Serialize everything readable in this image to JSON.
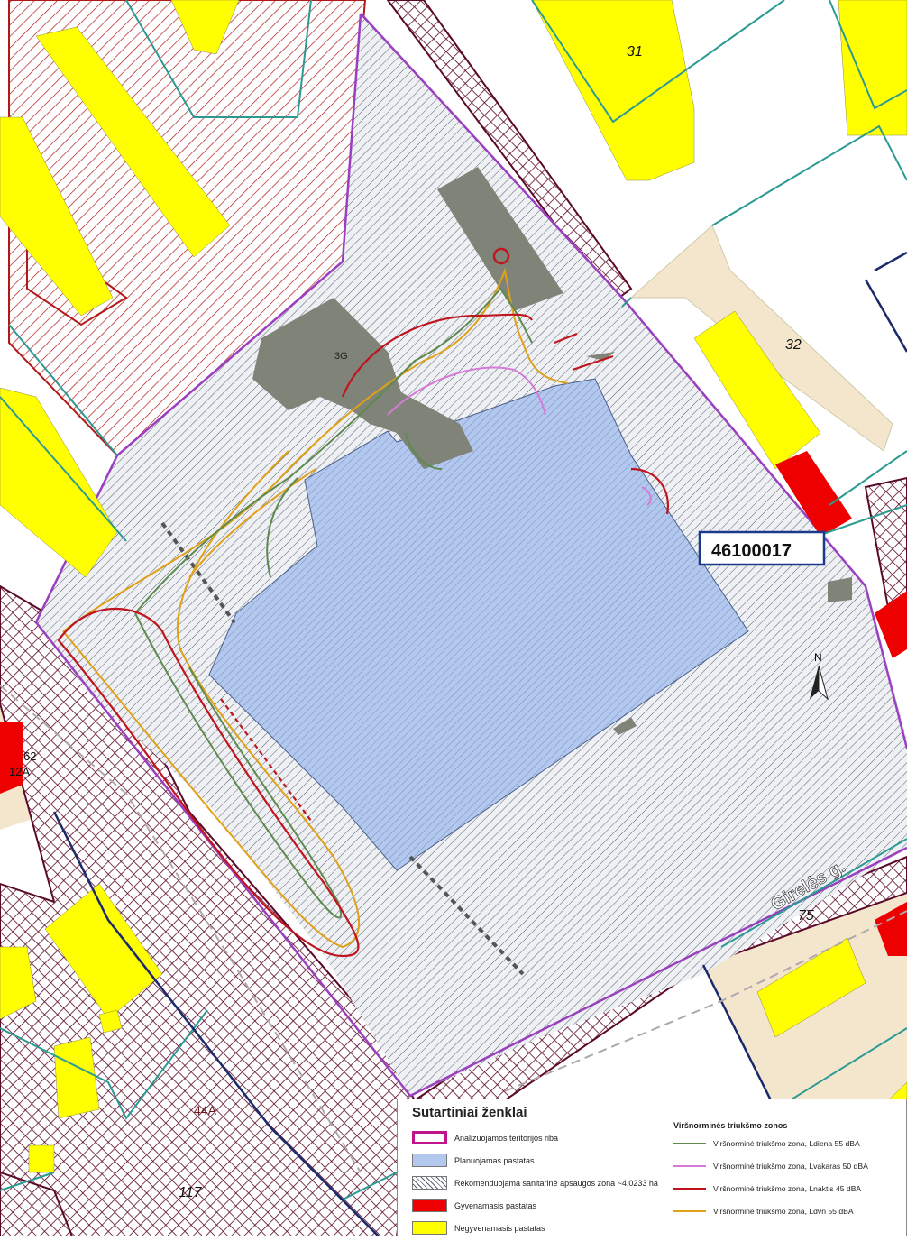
{
  "map": {
    "labels": {
      "parcel_31": "31",
      "parcel_32": "32",
      "parcel_3g": "3G",
      "parcel_75": "75",
      "parcel_44a": "44A",
      "parcel_117": "117",
      "parcel_62": "62",
      "parcel_12a": "12A",
      "cadastral": "46100017",
      "street": "Girelės g.",
      "north": "N"
    }
  },
  "legend": {
    "title": "Sutartiniai ženklai",
    "items": [
      {
        "label": "Analizuojamos teritorijos riba",
        "swatch": "outline",
        "color": "#c0148c"
      },
      {
        "label": "Planuojamas pastatas",
        "swatch": "fill",
        "color": "#b3c8ee"
      },
      {
        "label": "Rekomenduojama sanitarinė apsaugos zona ~4,0233 ha",
        "swatch": "hatch",
        "color": "#d9dde4"
      },
      {
        "label": "Gyvenamasis pastatas",
        "swatch": "fill",
        "color": "#ee0000"
      },
      {
        "label": "Negyvenamasis pastatas",
        "swatch": "fill",
        "color": "#ffff00"
      }
    ],
    "noise_heading": "Viršnorminės triukšmo zonos",
    "noise_lines": [
      {
        "label": "Viršnorminė triukšmo zona, Ldiena 55 dBA",
        "color": "#5e8a4e"
      },
      {
        "label": "Viršnorminė triukšmo zona, Lvakaras 50 dBA",
        "color": "#d67ad8"
      },
      {
        "label": "Viršnorminė triukšmo zona, Lnaktis 45 dBA",
        "color": "#c0141e"
      },
      {
        "label": "Viršnorminė triukšmo zona, Ldvn 55 dBA",
        "color": "#e0a018"
      }
    ]
  },
  "colors": {
    "building_residential": "#ee0000",
    "building_nonresidential": "#ffff00",
    "building_existing": "#7f8378",
    "planned_building": "#b3c8ee",
    "territory_boundary": "#9a3fc0",
    "parcel_lines": "#2a9a93",
    "red_hatch_zone": "#b21818",
    "crosshatch_zone": "#5a0a28",
    "road_fill": "#f3e6cd"
  }
}
